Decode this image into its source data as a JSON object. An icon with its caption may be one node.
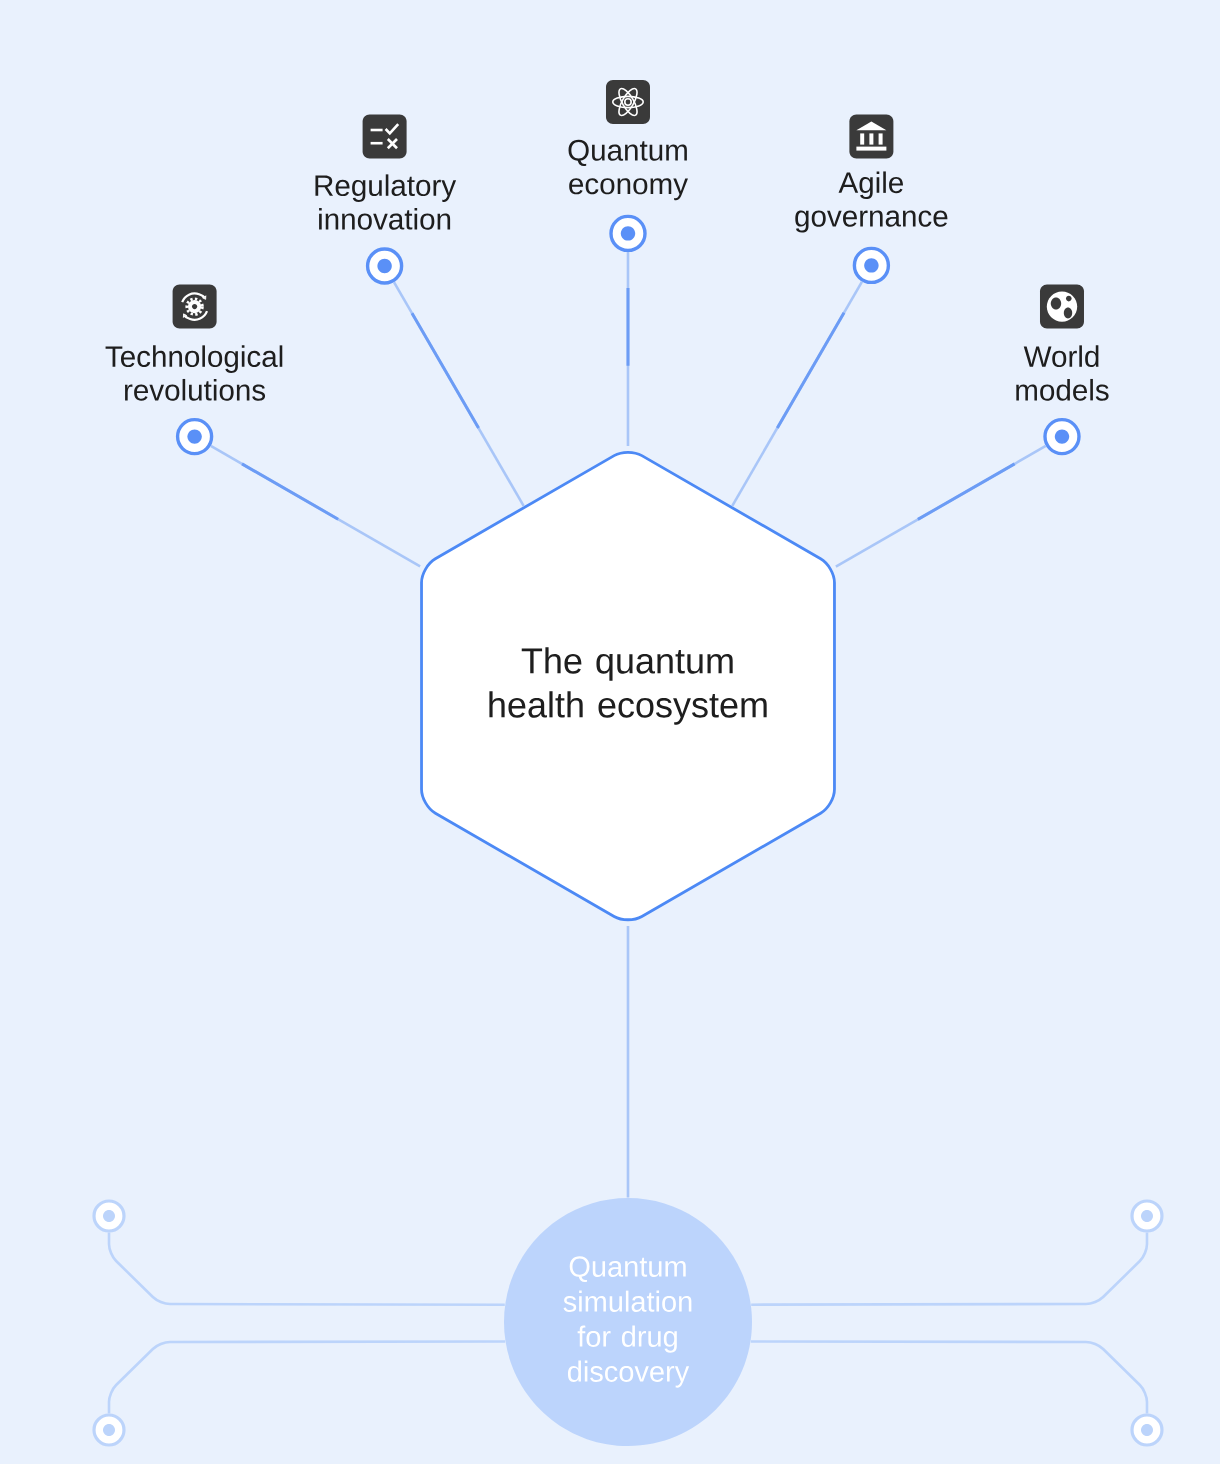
{
  "diagram": {
    "nodes": [
      {
        "text": [],
        "shape": "circle",
        "beside": [
          "Technological revolutions"
        ]
      },
      {
        "text": [],
        "shape": "circle",
        "beside": [
          "Regulatory innovation"
        ]
      },
      {
        "text": [],
        "shape": "circle",
        "beside": [
          "Quantum economy"
        ]
      },
      {
        "text": [],
        "shape": "circle",
        "beside": [
          "Agile governance"
        ]
      },
      {
        "text": [],
        "shape": "circle",
        "beside": [
          "World models"
        ]
      },
      {
        "text": [
          "The quantum health ecosystem"
        ]
      },
      {
        "text": [
          "Quantum simulation for drug discovery"
        ]
      },
      {
        "text": [],
        "shape": "circle"
      },
      {
        "text": [],
        "shape": "circle"
      },
      {
        "text": [],
        "shape": "circle"
      },
      {
        "text": [],
        "shape": "circle"
      }
    ],
    "edges": [
      {
        "from": 5,
        "to": 0,
        "arrow": "none"
      },
      {
        "from": 5,
        "to": 1,
        "arrow": "none"
      },
      {
        "from": 5,
        "to": 2,
        "arrow": "none"
      },
      {
        "from": 5,
        "to": 3,
        "arrow": "none"
      },
      {
        "from": 5,
        "to": 4,
        "arrow": "none"
      },
      {
        "from": 5,
        "to": 6,
        "arrow": "none"
      },
      {
        "from": 6,
        "to": 7,
        "arrow": "none",
        "color": "#bcd4fb"
      },
      {
        "from": 6,
        "to": 8,
        "arrow": "none",
        "color": "#bcd4fb"
      },
      {
        "from": 6,
        "to": 9,
        "arrow": "none",
        "color": "#bcd4fb"
      },
      {
        "from": 6,
        "to": 10,
        "arrow": "none",
        "color": "#bcd4fb"
      }
    ]
  }
}
